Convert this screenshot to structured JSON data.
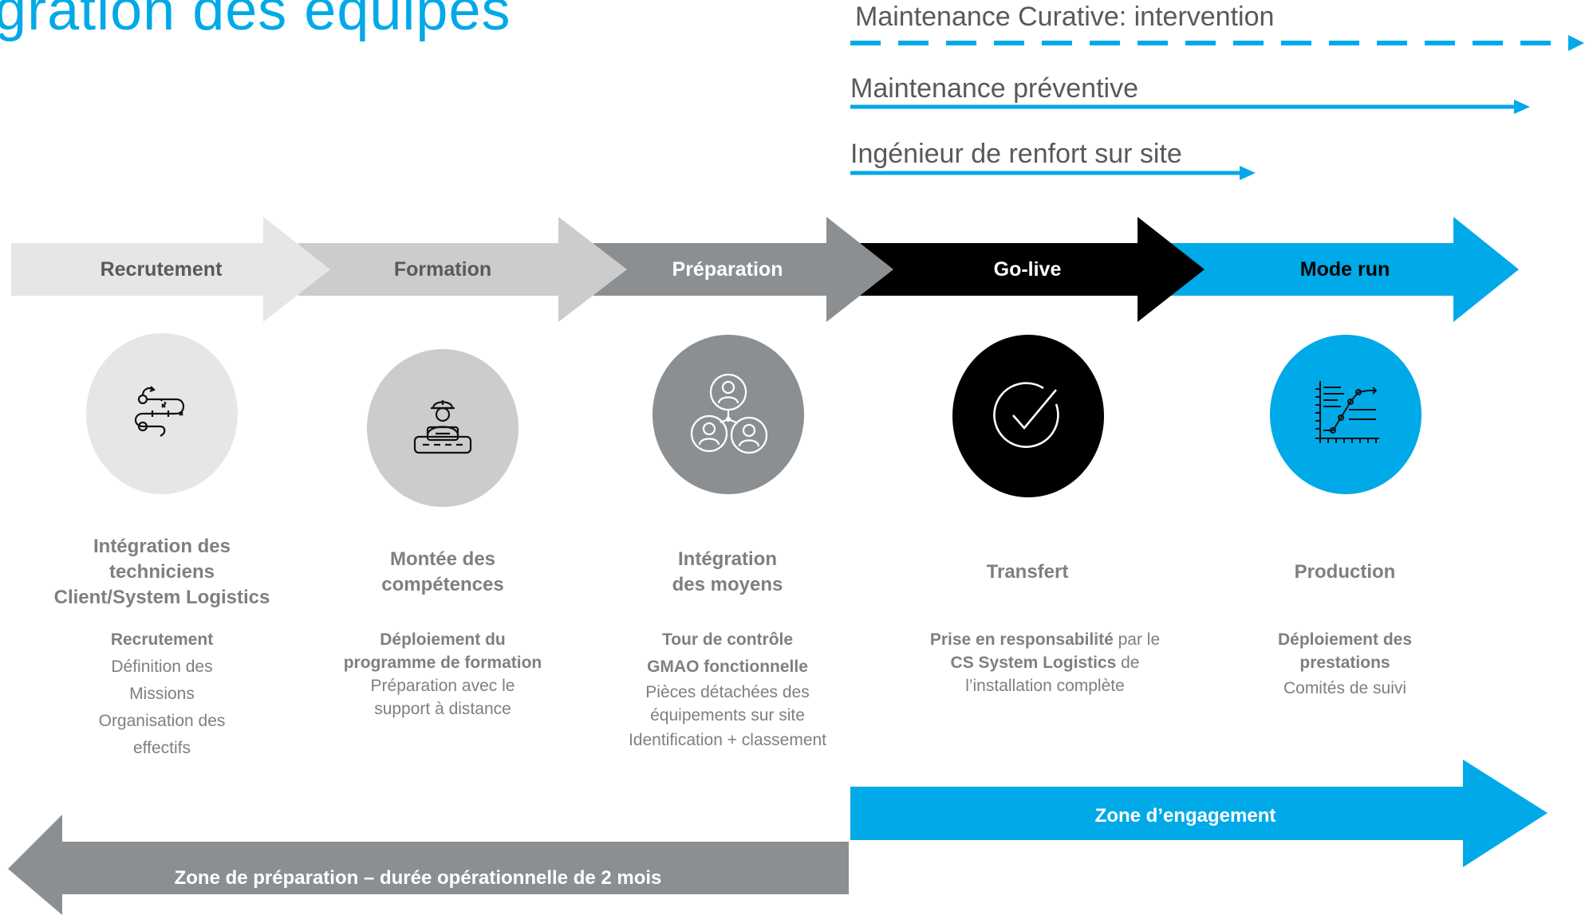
{
  "title": "égration des équipes",
  "legend": {
    "curative": "Maintenance Curative: intervention",
    "preventive": "Maintenance préventive",
    "engineer": "Ingénieur de renfort sur site"
  },
  "stages": [
    {
      "label": "Recrutement",
      "color": "#e6e6e6",
      "text_color": "#000000",
      "icon": "roadmap-icon"
    },
    {
      "label": "Formation",
      "color": "#cccccc",
      "text_color": "#000000",
      "icon": "engineer-training-icon"
    },
    {
      "label": "Préparation",
      "color": "#8c8f92",
      "text_color": "#ffffff",
      "icon": "team-network-icon"
    },
    {
      "label": "Go-live",
      "color": "#000000",
      "text_color": "#ffffff",
      "icon": "checkmark-circle-icon"
    },
    {
      "label": "Mode run",
      "color": "#00a9e8",
      "text_color": "#000000",
      "icon": "line-chart-icon"
    }
  ],
  "columns": [
    {
      "title_lines": [
        "Intégration des",
        "techniciens",
        "Client/System Logistics"
      ],
      "desc": {
        "l1": "Recrutement",
        "l2": "Définition des",
        "l3": "Missions",
        "l4": "Organisation des",
        "l5": "effectifs"
      }
    },
    {
      "title_lines": [
        "Montée des",
        "compétences"
      ],
      "desc": {
        "l1": "Déploiement du",
        "l2": "programme de formation",
        "l3": "Préparation avec le",
        "l4": "support à distance"
      }
    },
    {
      "title_lines": [
        "Intégration",
        "des moyens"
      ],
      "desc": {
        "l1": "Tour de contrôle",
        "l2": "GMAO fonctionnelle",
        "l3": "Pièces détachées des",
        "l4": "équipements sur site",
        "l5": "Identification + classement"
      }
    },
    {
      "title_lines": [
        "Transfert"
      ],
      "desc": {
        "b1": "Prise en responsabilité",
        "n1": " par le",
        "b2": "CS System Logistics",
        "n2": " de",
        "n3": "l’installation complète"
      }
    },
    {
      "title_lines": [
        "Production"
      ],
      "desc": {
        "l1": "Déploiement des",
        "l2": "prestations",
        "l3": "Comités de suivi"
      }
    }
  ],
  "zones": {
    "engagement": "Zone d’engagement",
    "preparation": "Zone de préparation – durée opérationnelle de 2 mois"
  },
  "colors": {
    "accent_blue": "#00a9e8",
    "dark_gray": "#8c8f92",
    "light_gray": "#e6e6e6",
    "mid_gray": "#cccccc",
    "black": "#000000"
  }
}
